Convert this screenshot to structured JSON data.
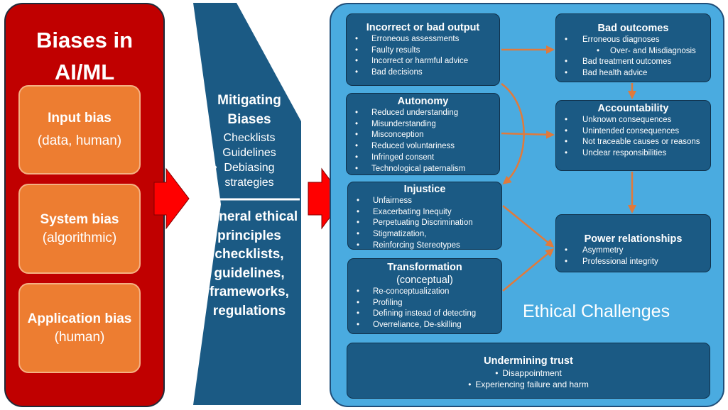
{
  "left": {
    "title": "Biases in AI/ML",
    "boxes": [
      {
        "title": "Input bias",
        "subtitle": "(data, human)"
      },
      {
        "title": "System bias",
        "subtitle": "(algorithmic)"
      },
      {
        "title": "Application bias",
        "subtitle": "(human)"
      }
    ]
  },
  "middle": {
    "heading": "Mitigating Biases",
    "items": [
      "Checklists",
      "Guidelines",
      "Debiasing strategies"
    ],
    "general": "General ethical principles checklists, guidelines, frameworks, regulations"
  },
  "right": {
    "title": "Ethical Challenges",
    "cards": {
      "incorrect": {
        "title": "Incorrect or bad output",
        "items": [
          "Erroneous assessments",
          "Faulty results",
          "Incorrect or harmful advice",
          "Bad decisions"
        ]
      },
      "autonomy": {
        "title": "Autonomy",
        "items": [
          "Reduced understanding",
          "Misunderstanding",
          "Misconception",
          "Reduced voluntariness",
          "Infringed consent",
          "Technological paternalism"
        ]
      },
      "injustice": {
        "title": "Injustice",
        "items": [
          "Unfairness",
          "Exacerbating Inequity",
          "Perpetuating Discrimination",
          "Stigmatization,",
          "Reinforcing Stereotypes"
        ]
      },
      "transformation": {
        "title": "Transformation",
        "subtitle": "(conceptual)",
        "items": [
          "Re-conceptualization",
          "Profiling",
          "Defining instead of detecting",
          "Overreliance, De-skilling"
        ]
      },
      "outcomes": {
        "title": "Bad outcomes",
        "items": [
          "Erroneous diagnoses",
          "Over- and Misdiagnosis",
          "Bad treatment outcomes",
          "Bad health advice"
        ]
      },
      "accountability": {
        "title": "Accountability",
        "items": [
          "Unknown consequences",
          "Unintended consequences",
          "Not traceable causes or reasons",
          "Unclear responsibilities"
        ]
      },
      "power": {
        "title": "Power relationships",
        "items": [
          "Asymmetry",
          "Professional integrity"
        ]
      },
      "trust": {
        "title": "Undermining trust",
        "items": [
          "Disappointment",
          "Experiencing failure and harm"
        ]
      }
    }
  },
  "colors": {
    "red": "#c00000",
    "orange": "#ed7d31",
    "navy": "#1b5a84",
    "sky": "#4aabe0",
    "arrow": "#e07a3c"
  }
}
